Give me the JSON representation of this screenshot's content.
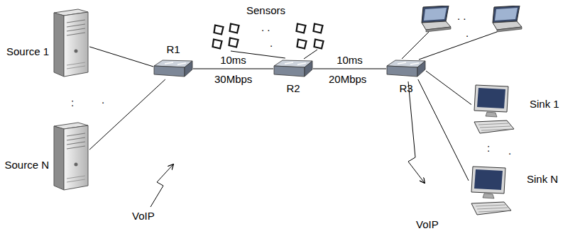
{
  "diagram": {
    "nodes": [
      {
        "text": [
          "Source 1"
        ]
      },
      {
        "text": [
          "Source N"
        ]
      },
      {
        "text": [
          "R1"
        ]
      },
      {
        "text": [
          "Sensors"
        ]
      },
      {
        "text": [
          "R2"
        ]
      },
      {
        "text": [
          "R3"
        ]
      },
      {
        "text": [
          "Sink 1"
        ]
      },
      {
        "text": [
          "Sink N"
        ]
      }
    ],
    "edges": [
      {
        "from": 0,
        "to": 2,
        "arrow": "none"
      },
      {
        "from": 1,
        "to": 2,
        "arrow": "none"
      },
      {
        "from": 2,
        "to": 4,
        "label": "10ms",
        "arrow": "none"
      },
      {
        "from": 3,
        "to": 4,
        "arrow": "none"
      },
      {
        "from": 4,
        "to": 5,
        "label": "10ms",
        "arrow": "none"
      },
      {
        "from": 5,
        "to": 6,
        "arrow": "none"
      },
      {
        "from": 5,
        "to": 7,
        "arrow": "none"
      }
    ],
    "labels": [
      ". .",
      ".",
      ". .",
      ".",
      "30Mbps",
      "20Mbps",
      ":",
      ".",
      ":",
      ".",
      "VoIP",
      "VoIP"
    ]
  }
}
